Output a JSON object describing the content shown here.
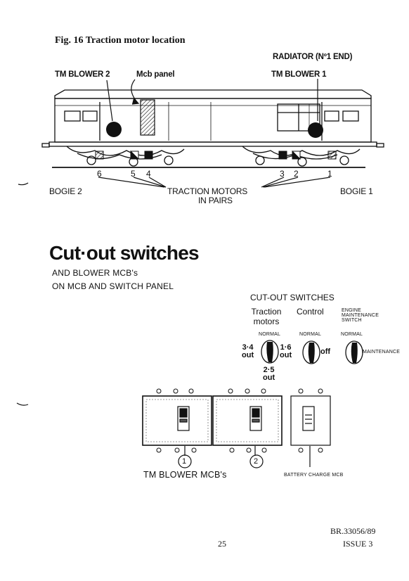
{
  "figure": {
    "title": "Fig. 16  Traction motor location",
    "radiator_label": "RADIATOR (Nº1 END)",
    "tm_blower_2": "TM BLOWER 2",
    "tm_blower_1": "TM BLOWER 1",
    "mcb_panel": "Mcb panel",
    "motor_numbers": [
      "6",
      "5",
      "4",
      "3",
      "2",
      "1"
    ],
    "bogie_2": "BOGIE 2",
    "bogie_1": "BOGIE  1",
    "traction_motors": "TRACTION MOTORS",
    "in_pairs": "IN PAIRS"
  },
  "section": {
    "heading": "Cut·out switches",
    "sub_line_1": "AND BLOWER MCB's",
    "sub_line_2": "ON MCB AND SWITCH PANEL"
  },
  "switch_panel": {
    "title": "CUT-OUT SWITCHES",
    "traction_motors_line1": "Traction",
    "traction_motors_line2": "motors",
    "control": "Control",
    "engine_maintenance_line1": "ENGINE",
    "engine_maintenance_line2": "MAINTENANCE",
    "engine_maintenance_line3": "SWITCH",
    "normal_1": "NORMAL",
    "normal_2": "NORMAL",
    "normal_3": "NORMAL",
    "out_34_line1": "3·4",
    "out_34_line2": "out",
    "out_16_line1": "1·6",
    "out_16_line2": "out",
    "out_25_line1": "2·5",
    "out_25_line2": "out",
    "off": "off",
    "maintenance": "MAINTENANCE"
  },
  "mcbs": {
    "mcb_1_number": "1",
    "mcb_2_number": "2",
    "tm_blower_mcbs": "TM BLOWER MCB's",
    "battery_charge_mcb": "BATTERY CHARGE MCB"
  },
  "footer": {
    "page_number": "25",
    "doc_ref": "BR.33056/89",
    "issue": "ISSUE 3"
  }
}
